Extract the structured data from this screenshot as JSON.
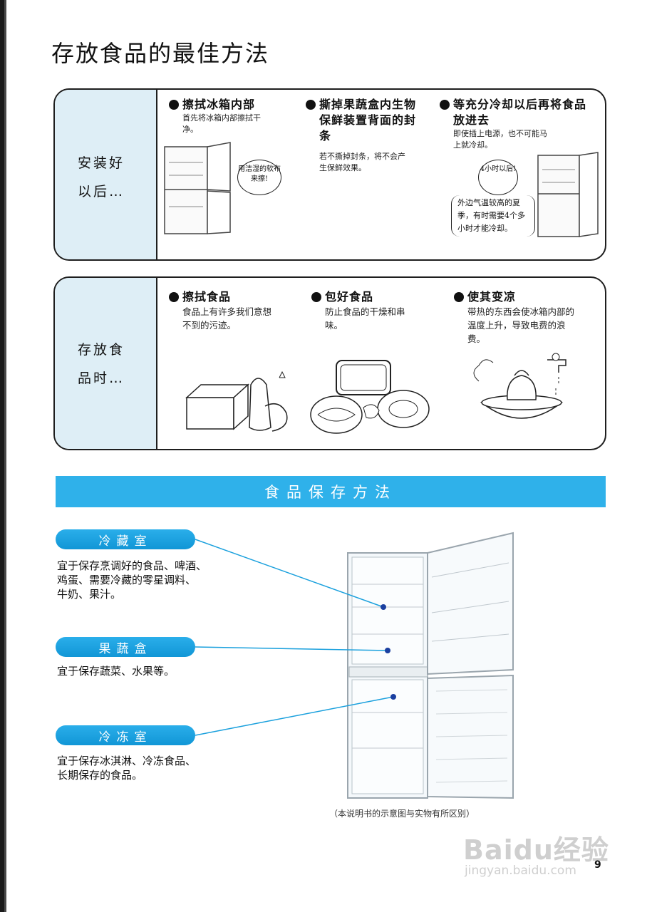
{
  "page": {
    "title": "存放食品的最佳方法",
    "page_number": "9"
  },
  "section1": {
    "label_line1": "安装好",
    "label_line2": "以后…",
    "items": [
      {
        "title": "擦拭冰箱内部",
        "desc": "首先将冰箱内部擦拭干净。",
        "bubble": "用洁湿的软布来擦!"
      },
      {
        "title": "撕掉果蔬盒内生物保鲜装置背面的封条",
        "desc": "若不撕掉封条，将不会产生保鲜效果。"
      },
      {
        "title": "等充分冷却以后再将食品放进去",
        "desc": "即使插上电源，也不可能马上就冷却。",
        "bubble": "4小时以后!",
        "note": "外边气温较高的夏季，有时需要4个多小时才能冷却。"
      }
    ]
  },
  "section2": {
    "label_line1": "存放食",
    "label_line2": "品时…",
    "items": [
      {
        "title": "擦拭食品",
        "desc": "食品上有许多我们意想不到的污迹。"
      },
      {
        "title": "包好食品",
        "desc": "防止食品的干燥和串味。"
      },
      {
        "title": "使其变凉",
        "desc": "带热的东西会使冰箱内部的温度上升，导致电费的浪费。"
      }
    ]
  },
  "banner": "食品保存方法",
  "compartments": [
    {
      "name": "冷藏室",
      "desc_line1": "宜于保存烹调好的食品、啤酒、",
      "desc_line2": "鸡蛋、需要冷藏的零星调料、",
      "desc_line3": "牛奶、果汁。"
    },
    {
      "name": "果蔬盒",
      "desc_line1": "宜于保存蔬菜、水果等。"
    },
    {
      "name": "冷冻室",
      "desc_line1": "宜于保存冰淇淋、冷冻食品、",
      "desc_line2": "长期保存的食品。"
    }
  ],
  "caption": "（本说明书的示意图与实物有所区别）",
  "watermark": {
    "brand": "Baidu经验",
    "url": "jingyan.baidu.com"
  },
  "colors": {
    "accent": "#2fb1ea",
    "panel_side": "#deeef6"
  }
}
